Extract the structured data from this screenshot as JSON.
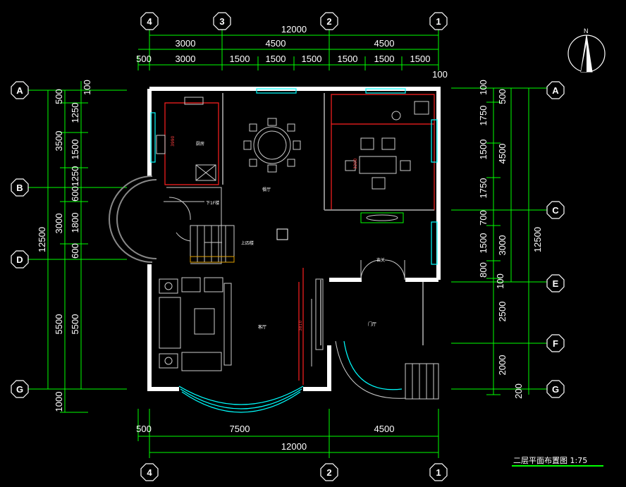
{
  "drawing": {
    "title": "二层平面布置图 1:75",
    "north_label": "N"
  },
  "axes_top": [
    "4",
    "3",
    "2",
    "1"
  ],
  "axes_bottom": [
    "4",
    "2",
    "1"
  ],
  "axes_left": [
    "A",
    "B",
    "D",
    "G"
  ],
  "axes_right": [
    "A",
    "C",
    "E",
    "F",
    "G"
  ],
  "dims_top": {
    "overall": "12000",
    "row2": [
      "3000",
      "4500",
      "4500"
    ],
    "row3": [
      "500",
      "3000",
      "1500",
      "1500",
      "1500",
      "1500",
      "1500",
      "1500"
    ],
    "right_offset": "100"
  },
  "dims_bottom": {
    "row1": [
      "500",
      "7500",
      "4500"
    ],
    "overall": "12000"
  },
  "dims_left": {
    "overall": "12500",
    "row2": [
      "3500",
      "3000",
      "5500",
      "1000"
    ],
    "row3": [
      "500",
      "1250",
      "1500",
      "1250",
      "600",
      "1800",
      "600",
      "5500"
    ],
    "top_offset": "100"
  },
  "dims_right": {
    "inner": [
      "100",
      "500",
      "1750",
      "1500",
      "1750",
      "700",
      "1500",
      "800",
      "100",
      "2500",
      "2000",
      "200"
    ],
    "mid": [
      "4500",
      "3000"
    ],
    "overall": "12500"
  },
  "rooms": {
    "kitchen": "厨房",
    "dining": "餐厅",
    "living": "客厅",
    "hall": "门厅",
    "entrance": "玄关",
    "stair_down": "下1F楼",
    "stair_up": "上四楼",
    "dim_small_a": "3990",
    "dim_small_b": "3200",
    "dim_small_c": "3810"
  }
}
